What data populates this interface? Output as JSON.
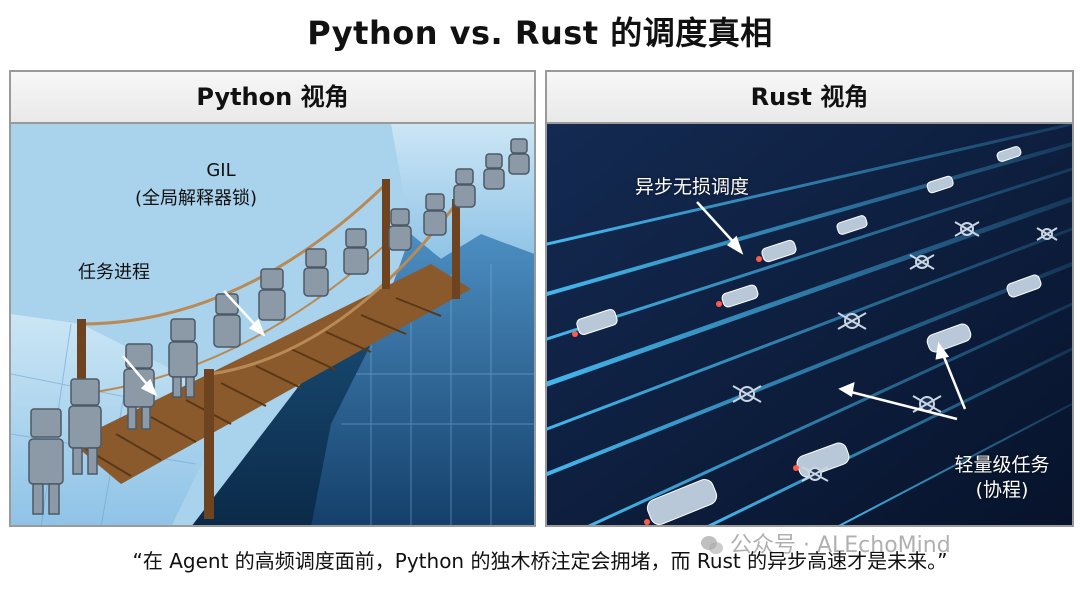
{
  "title": "Python vs. Rust 的调度真相",
  "left_panel": {
    "header": "Python 视角",
    "label_gil": "GIL",
    "label_gil_sub": "(全局解释器锁)",
    "label_task": "任务进程"
  },
  "right_panel": {
    "header": "Rust 视角",
    "label_async": "异步无损调度",
    "label_light": "轻量级任务",
    "label_light_sub": "(协程)"
  },
  "quote": "“在 Agent 的高频调度面前，Python 的独木桥注定会拥堵，而 Rust 的异步高速才是未来。”",
  "watermark": "公众号 · ALEchoMind",
  "colors": {
    "ice": "#8fc3e6",
    "cliff": "#2d6ea0",
    "bridge_wood": "#8a5a2c",
    "road_dark": "#0d1d3a",
    "light_trail": "#49c8ff"
  }
}
